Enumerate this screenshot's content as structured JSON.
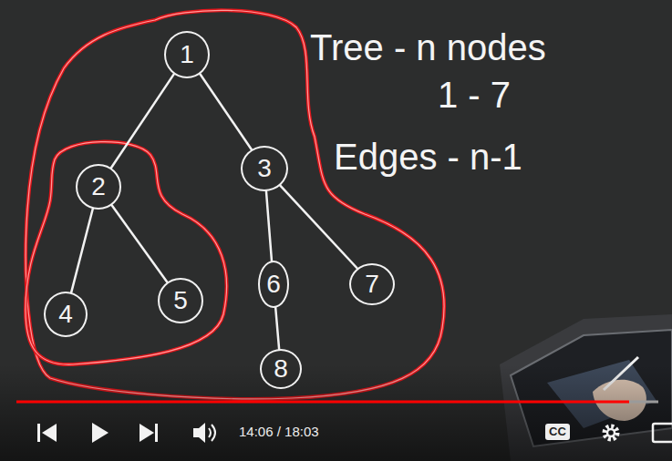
{
  "diagram": {
    "nodes": [
      {
        "text": [
          "1"
        ]
      },
      {
        "text": [
          "2"
        ]
      },
      {
        "text": [
          "3"
        ]
      },
      {
        "text": [
          "4"
        ]
      },
      {
        "text": [
          "5"
        ]
      },
      {
        "text": [
          "6"
        ]
      },
      {
        "text": [
          "7"
        ]
      },
      {
        "text": [
          "8"
        ]
      }
    ],
    "edges": [
      {
        "from": 0,
        "to": 1,
        "arrow": "none"
      },
      {
        "from": 0,
        "to": 2,
        "arrow": "none"
      },
      {
        "from": 1,
        "to": 3,
        "arrow": "none"
      },
      {
        "from": 1,
        "to": 4,
        "arrow": "none"
      },
      {
        "from": 2,
        "to": 5,
        "arrow": "none"
      },
      {
        "from": 2,
        "to": 6,
        "arrow": "none"
      },
      {
        "from": 5,
        "to": 7,
        "arrow": "none"
      }
    ],
    "labels": [
      "Tree - n nodes",
      "1 - 7",
      "Edges - n-1",
      "14:06 / 18:03",
      "CC"
    ]
  }
}
